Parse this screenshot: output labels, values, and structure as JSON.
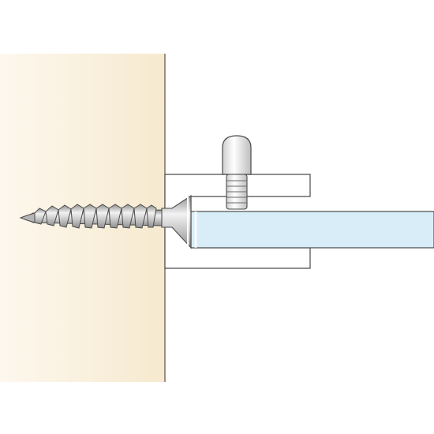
{
  "diagram": {
    "subject": "",
    "colors": {
      "background": "#ffffff",
      "wall_edge": "#fdf8ee",
      "wall_fill": "#f6e9cf",
      "wall_line": "#5b5244",
      "glass_fill": "#d8edf8",
      "outline": "#4a4a4a",
      "metal_light": "#f2f2f2",
      "metal_mid": "#c8c8c8",
      "metal_dark": "#8f8f8f"
    },
    "parts": [
      {
        "id": "wall",
        "icon": "wall-section-icon"
      },
      {
        "id": "wood-screw",
        "icon": "screw-icon"
      },
      {
        "id": "clamp-bracket",
        "icon": "bracket-icon"
      },
      {
        "id": "set-screw",
        "icon": "thumb-screw-icon"
      },
      {
        "id": "glass-panel",
        "icon": "glass-shelf-icon"
      }
    ]
  }
}
